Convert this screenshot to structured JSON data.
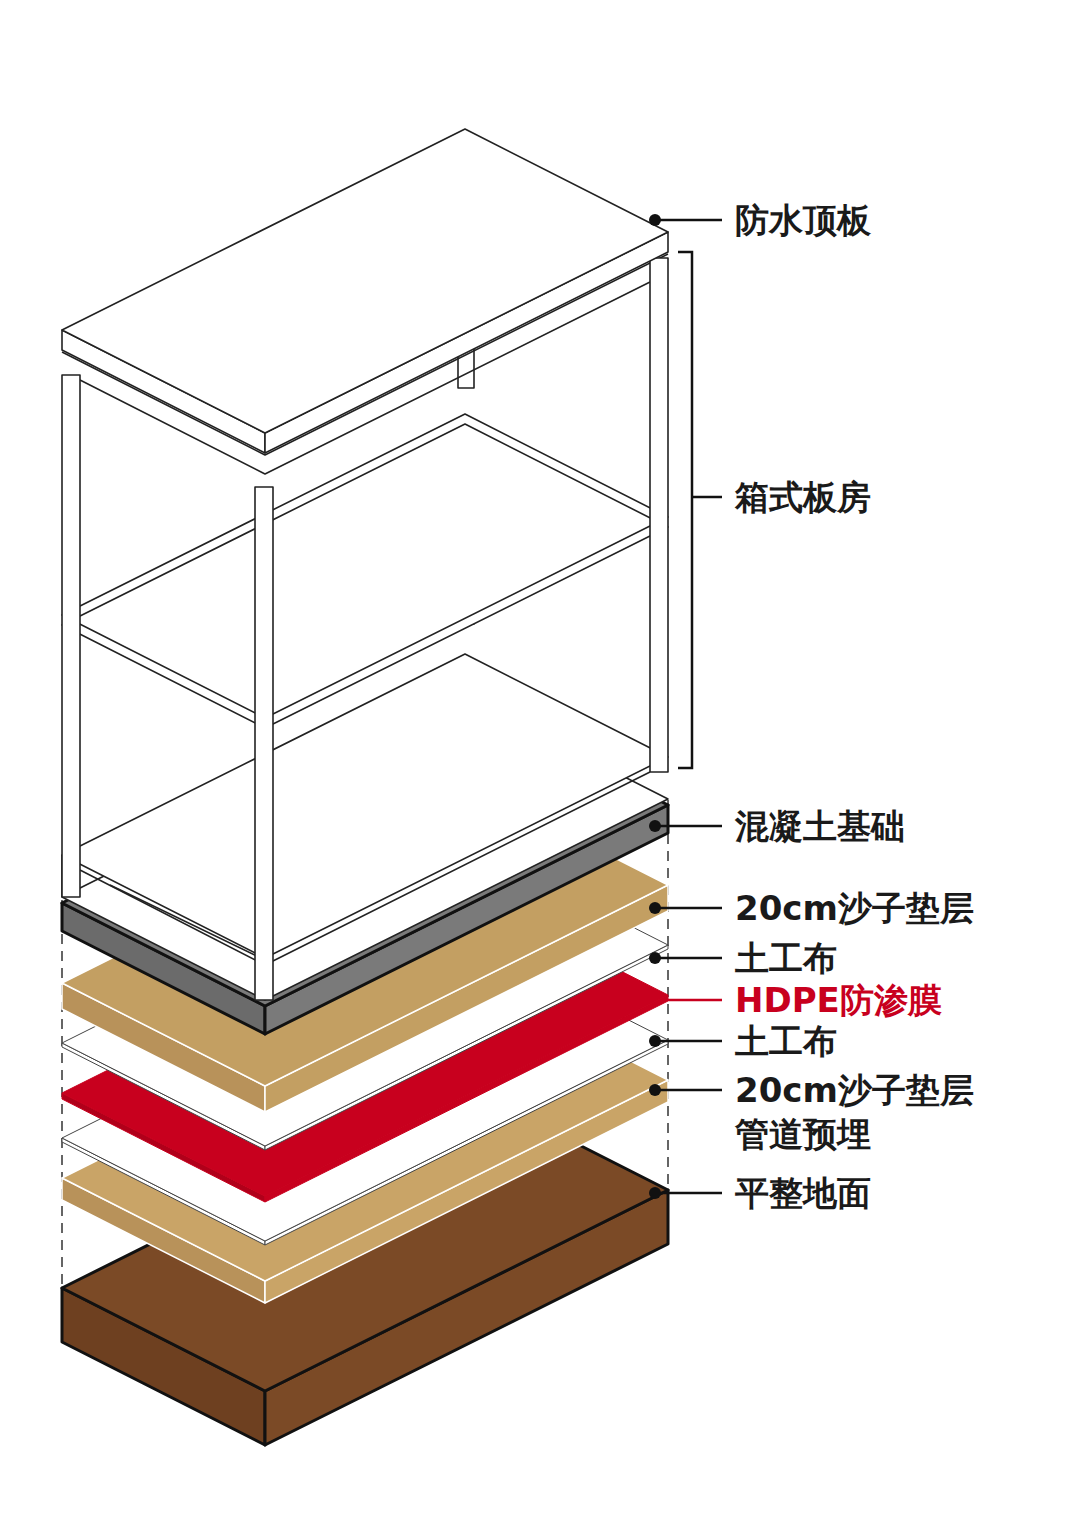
{
  "diagram": {
    "labels": [
      "防水顶板",
      "箱式板房",
      "混凝土基础",
      "20cm沙子垫层",
      "土工布",
      "HDPE防渗膜",
      "土工布",
      "20cm沙子垫层 管道预埋",
      "平整地面"
    ]
  }
}
